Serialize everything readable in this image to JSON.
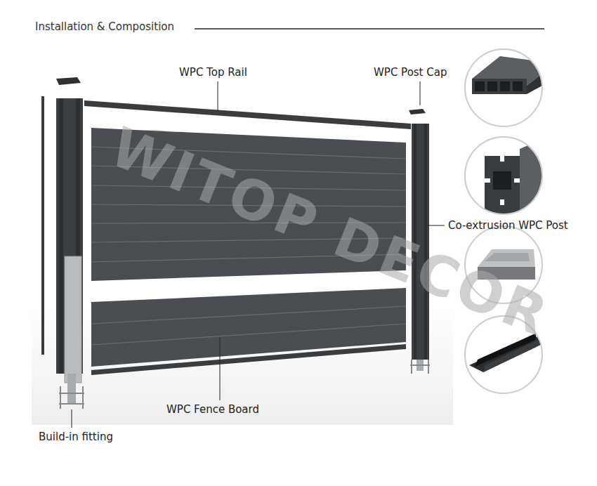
{
  "diagram": {
    "title": "Installation & Composition",
    "labels": [
      "WPC Top Rail",
      "WPC Post Cap",
      "Co-extrusion WPC Post",
      "WITOP DECOR",
      "WPC Fence Board",
      "Build-in fitting"
    ]
  }
}
